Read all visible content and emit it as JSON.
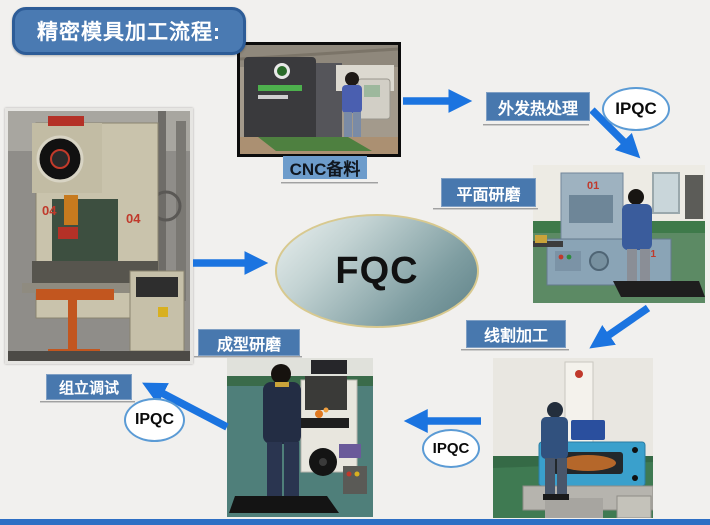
{
  "title": "精密模具加工流程:",
  "steps": {
    "cnc_prep": "CNC备料",
    "heat_treatment": "外发热处理",
    "surface_grinding": "平面研磨",
    "wire_cutting": "线割加工",
    "form_grinding": "成型研磨",
    "assembly_debug": "组立调试"
  },
  "inspections": {
    "fqc": "FQC",
    "ipqc": "IPQC"
  },
  "photo_texts": {
    "press_id": "04",
    "grinder_id": "01"
  },
  "flow": {
    "sequence": [
      "CNC备料",
      "外发热处理",
      "平面研磨",
      "线割加工",
      "成型研磨",
      "组立调试"
    ],
    "final_inspection": "FQC",
    "ipqc_checkpoints": [
      "外发热处理→平面研磨",
      "线割加工→成型研磨",
      "成型研磨→组立调试"
    ]
  },
  "colors": {
    "arrow_blue": "#1b74e0",
    "label_blue": "#4878ae",
    "highlight_blue": "#6d9ccb",
    "title_fill": "#4a7ab2",
    "title_border": "#2d5c97",
    "fqc_border": "#d8c98f",
    "background": "#f1f0ee"
  }
}
